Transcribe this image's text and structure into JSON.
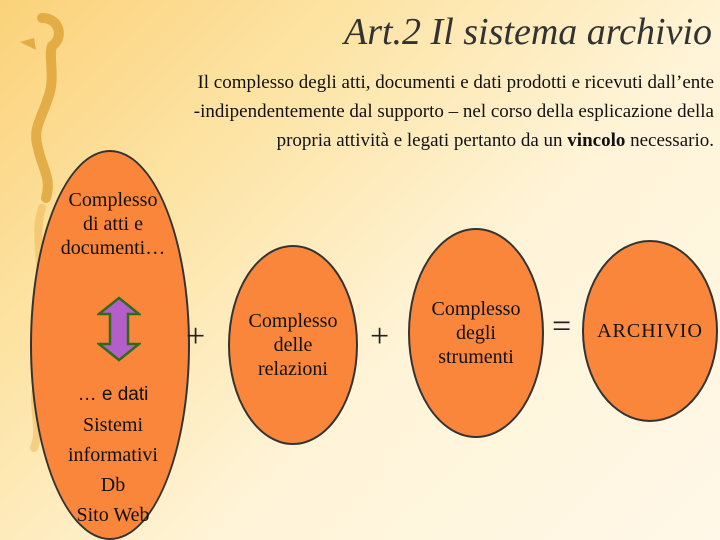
{
  "slide": {
    "title": "Art.2 Il sistema archivio",
    "definition": {
      "line1": "Il complesso degli atti, documenti e dati prodotti e ricevuti dall’ente",
      "line2": "-indipendentemente dal supporto – nel corso della esplicazione della",
      "line3_before": "propria attività e legati pertanto da un ",
      "line3_bold": "vincolo",
      "line3_after": " necessario."
    },
    "ellipse1": {
      "top_line1": "Complesso",
      "top_line2": "di atti e",
      "top_line3": "documenti…",
      "bottom_line1": "… e dati",
      "bottom_line2": "Sistemi",
      "bottom_line3": "informativi",
      "bottom_line4": "Db",
      "bottom_line5": "Sito Web"
    },
    "plus1": "+",
    "ellipse2": {
      "line1": "Complesso",
      "line2": "delle",
      "line3": "relazioni"
    },
    "plus2": "+",
    "ellipse3": {
      "line1": "Complesso",
      "line2": "degli",
      "line3": "strumenti"
    },
    "equals": "=",
    "ellipse4": {
      "label": "ARCHIVIO"
    },
    "colors": {
      "ellipse_fill": "#f9863a",
      "background": "#fde4a6",
      "arrow_fill": "#b45fc9"
    }
  }
}
